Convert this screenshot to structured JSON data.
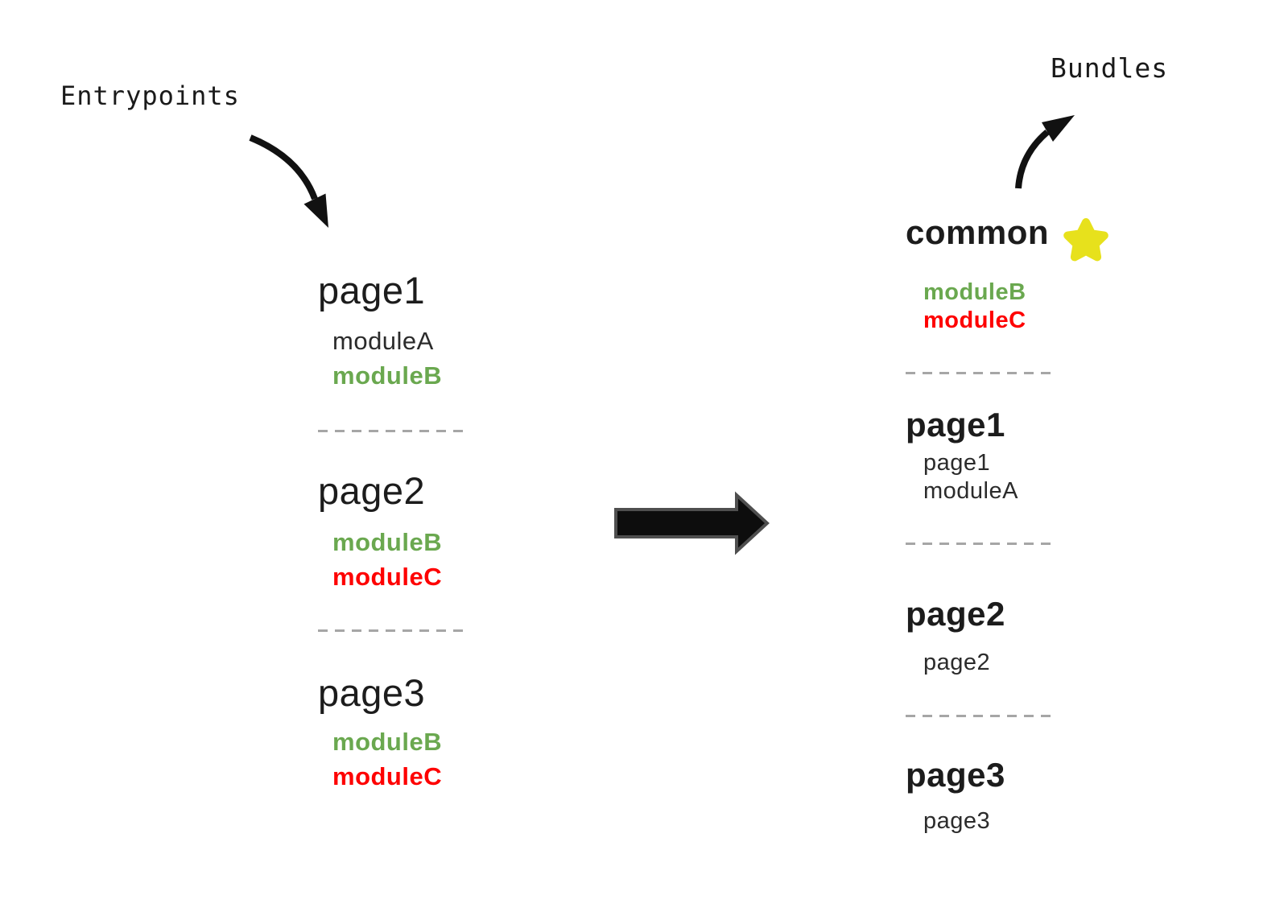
{
  "labels": {
    "entrypoints": "Entrypoints",
    "bundles": "Bundles"
  },
  "icons": {
    "star_icon": "★",
    "right_arrow_icon": "➡",
    "curved_down_arrow_icon": "⤵",
    "curved_up_arrow_icon": "⤴"
  },
  "colors": {
    "module_green": "#6aa84f",
    "module_red": "#fe0000",
    "star_yellow": "#e7e11c",
    "heading_black": "#1c1c1c",
    "body_black": "#2b2b2b",
    "divider_gray": "#a6a6a6",
    "arrow_black": "#0d0d0d",
    "arrow_outline_gray": "#4f4f4f",
    "background": "#ffffff"
  },
  "entrypoints": [
    {
      "name": "page1",
      "modules": [
        {
          "label": "moduleA",
          "color": "black"
        },
        {
          "label": "moduleB",
          "color": "green"
        }
      ]
    },
    {
      "name": "page2",
      "modules": [
        {
          "label": "moduleB",
          "color": "green"
        },
        {
          "label": "moduleC",
          "color": "red"
        }
      ]
    },
    {
      "name": "page3",
      "modules": [
        {
          "label": "moduleB",
          "color": "green"
        },
        {
          "label": "moduleC",
          "color": "red"
        }
      ]
    }
  ],
  "bundles": [
    {
      "name": "common",
      "starred": true,
      "modules": [
        {
          "label": "moduleB",
          "color": "green"
        },
        {
          "label": "moduleC",
          "color": "red"
        }
      ]
    },
    {
      "name": "page1",
      "starred": false,
      "modules": [
        {
          "label": "page1",
          "color": "black"
        },
        {
          "label": "moduleA",
          "color": "black"
        }
      ]
    },
    {
      "name": "page2",
      "starred": false,
      "modules": [
        {
          "label": "page2",
          "color": "black"
        }
      ]
    },
    {
      "name": "page3",
      "starred": false,
      "modules": [
        {
          "label": "page3",
          "color": "black"
        }
      ]
    }
  ]
}
